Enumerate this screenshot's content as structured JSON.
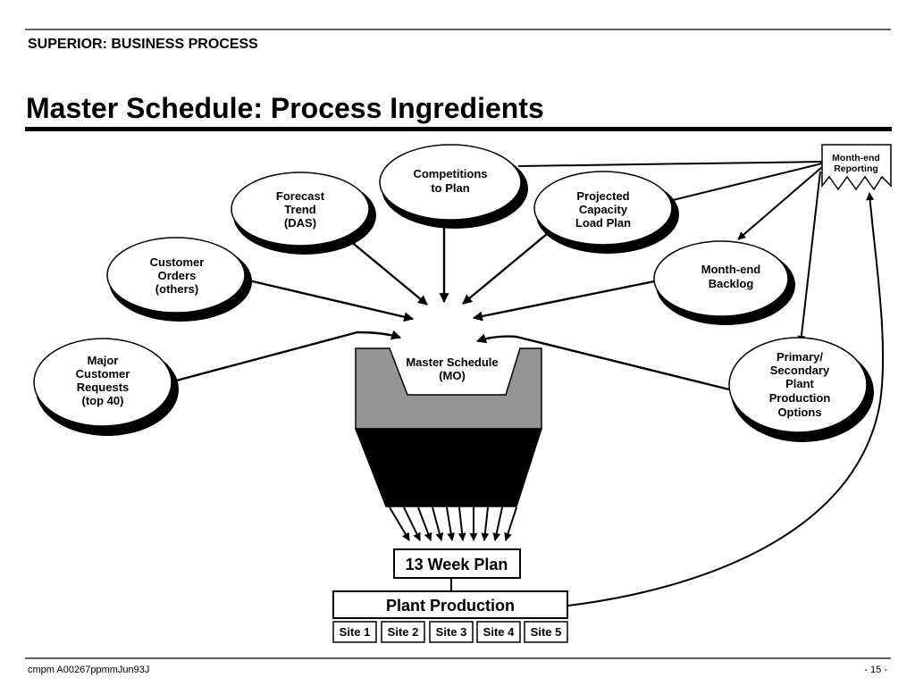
{
  "header": {
    "section": "SUPERIOR: BUSINESS PROCESS",
    "title": "Master Schedule: Process Ingredients"
  },
  "nodes": {
    "competitions": [
      "Competitions",
      "to Plan"
    ],
    "forecast": [
      "Forecast",
      "Trend",
      "(DAS)"
    ],
    "projected": [
      "Projected",
      "Capacity",
      "Load Plan"
    ],
    "customer_orders": [
      "Customer",
      "Orders",
      "(others)"
    ],
    "month_end_backlog": [
      "Month-end",
      "Backlog"
    ],
    "major_customer": [
      "Major",
      "Customer",
      "Requests",
      "(top 40)"
    ],
    "primary_secondary": [
      "Primary/",
      "Secondary",
      "Plant",
      "Production",
      "Options"
    ],
    "month_end_reporting": [
      "Month-end",
      "Reporting"
    ],
    "master_schedule": [
      "Master Schedule",
      "(MO)"
    ]
  },
  "boxes": {
    "week_plan": "13 Week Plan",
    "plant_production": "Plant Production",
    "sites": [
      "Site 1",
      "Site 2",
      "Site 3",
      "Site 4",
      "Site 5"
    ]
  },
  "footer": {
    "left": "cmpm A00267ppmmJun93J",
    "right": "- 15 -"
  },
  "colors": {
    "hopper_top": "#959595",
    "hopper_bottom": "#000000",
    "shadow": "#000000",
    "background": "#ffffff"
  }
}
